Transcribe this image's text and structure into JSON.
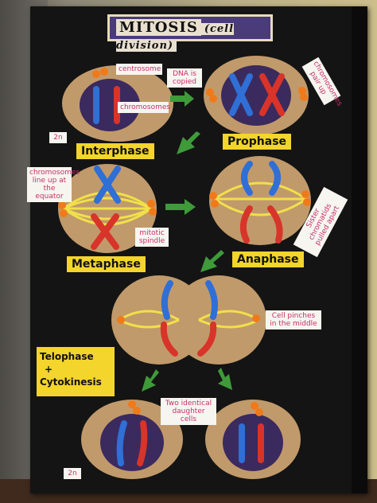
{
  "title": {
    "main": "MITOSIS",
    "sub": "(cell division)"
  },
  "stages": {
    "interphase": "Interphase",
    "prophase": "Prophase",
    "metaphase": "Metaphase",
    "anaphase": "Anaphase",
    "telophase_line1": "Telophase",
    "telophase_line2": "+",
    "telophase_line3": "Cytokinesis"
  },
  "notes": {
    "centrosome": "centrosome",
    "dna_copied": "DNA is copied",
    "chromosomes": "chromosomes",
    "chromosomes_pair": "chromosomes pair up",
    "two_n_top": "2n",
    "line_up": "chromosomes line up at the equator",
    "mitotic_spindle": "mitotic spindle",
    "sister_chromatids": "Sister chromatids pulled apart",
    "cell_pinches": "Cell pinches in the middle",
    "two_identical": "Two identical daughter cells",
    "two_n_bottom": "2n"
  },
  "colors": {
    "board": "#141414",
    "cell": "#c19a6b",
    "nucleus": "#3b2a5e",
    "chrom_blue": "#2f6fd6",
    "chrom_red": "#d8342a",
    "centrosome": "#f07a1a",
    "spindle": "#f0e04a",
    "arrow": "#3f9a3a",
    "label_yellow": "#f3d52b"
  }
}
